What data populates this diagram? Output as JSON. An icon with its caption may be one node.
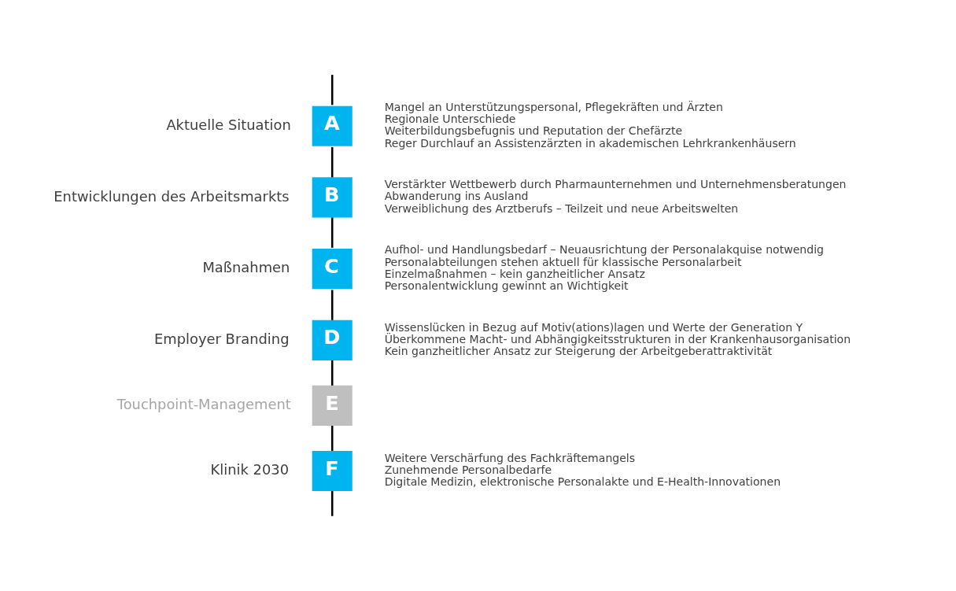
{
  "diagram": {
    "nodes": [
      {
        "text": [
          "Aktuelle Situation",
          "A"
        ],
        "beside": [
          "Mangel an Unterstützungspersonal, Pflegekräften und Ärzten",
          "Regionale Unterschiede",
          "Weiterbildungsbefugnis und Reputation der Chefärzte",
          "Reger Durchlauf an Assistenzärzten in akademischen Lehrkrankenhäusern"
        ]
      },
      {
        "text": [
          "Entwicklungen des Arbeitsmarkts",
          "B"
        ],
        "beside": [
          "Verstärkter Wettbewerb durch Pharmaunternehmen und Unternehmensberatungen",
          "Abwanderung ins Ausland",
          "Verweiblichung des Arztberufs – Teilzeit und neue Arbeitswelten"
        ]
      },
      {
        "text": [
          "Maßnahmen",
          "C"
        ],
        "beside": [
          "Aufhol- und Handlungsbedarf – Neuausrichtung der Personalakquise notwendig",
          "Personalabteilungen stehen aktuell für klassische Personalarbeit",
          "Einzelmaßnahmen – kein ganzheitlicher Ansatz",
          "Personalentwicklung gewinnt an Wichtigkeit"
        ]
      },
      {
        "text": [
          "Employer Branding",
          "D"
        ],
        "beside": [
          "Wissenslücken in Bezug auf Motiv(ations)lagen und Werte der Generation Y",
          "Überkommene Macht- und Abhängigkeitsstrukturen in der Krankenhausorganisation",
          "Kein ganzheitlicher Ansatz zur Steigerung der Arbeitgeberattraktivität"
        ]
      },
      {
        "text": [
          "Touchpoint-Management",
          "E"
        ]
      },
      {
        "text": [
          "Klinik 2030",
          "F"
        ],
        "beside": [
          "Weitere Verschärfung des Fachkräftemangels",
          "Zunehmende Personalbedarfe",
          "Digitale Medizin, elektronische Personalakte und E-Health-Innovationen"
        ]
      }
    ],
    "edges": [
      {
        "from": null,
        "to": 0,
        "arrow": "none"
      },
      {
        "from": 0,
        "to": 1,
        "arrow": "none"
      },
      {
        "from": 1,
        "to": 2,
        "arrow": "none"
      },
      {
        "from": 2,
        "to": 3,
        "arrow": "none"
      },
      {
        "from": 3,
        "to": 4,
        "arrow": "none"
      },
      {
        "from": 4,
        "to": 5,
        "arrow": "none"
      },
      {
        "from": 5,
        "to": null,
        "arrow": "none"
      }
    ]
  }
}
